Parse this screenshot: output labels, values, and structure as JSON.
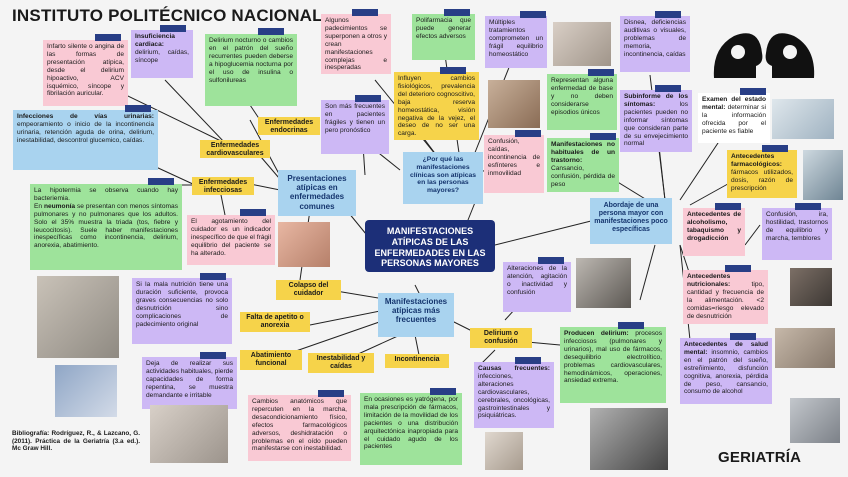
{
  "header": {
    "institution": "INSTITUTO POLITÉCNICO NACIONAL",
    "subject": "GERIATRÍA"
  },
  "center_title": "MANIFESTACIONES ATÍPICAS DE LAS ENFERMEDADES EN LAS PERSONAS MAYORES",
  "hubs": {
    "presentaciones": "Presentaciones atípicas en enfermedades comunes",
    "manifestaciones_frecuentes": "Manifestaciones atípicas más frecuentes",
    "por_que": "¿Por qué las manifestaciones clínicas son atípicas en las personas mayores?",
    "abordaje": "Abordaje de una persona mayor con manifestaciones poco específicas"
  },
  "labels": {
    "endocrinas": "Enfermedades endocrinas",
    "cardiovasculares": "Enfermedades cardiovasculares",
    "infecciosas": "Enfermedades infecciosas",
    "colapso": "Colapso del cuidador",
    "falta_apetito": "Falta de apetito o anorexia",
    "abatimiento": "Abatimiento funcional",
    "inestabilidad": "Inestabilidad y caídas",
    "incontinencia": "Incontinencia",
    "delirium": "Delirium o confusión"
  },
  "notes": {
    "infarto": "Infarto silente o angina de las formas de presentación atípica, desde el delirium hipoactivo, ACV isquémico, síncope y fibrilación auricular.",
    "insuficiencia_title": "Insuficiencia cardiaca:",
    "insuficiencia_body": " delirium, caídas, síncope",
    "delirium_nocturno": "Delirium nocturno o cambios en el patrón del sueño recurrentes pueden deberse a hipoglucemia nocturna por el uso de insulina o sulfonilureas",
    "algunos_padecimientos": "Algunos padecimientos se superponen a otros y crean manifestaciones complejas e inesperadas",
    "polifarmacia": "Polifarmacia que puede generar efectos adversos",
    "multiples": "Múltiples tratamientos comprometen un frágil equilibrio homeostático",
    "disnea": "Disnea, deficiencias auditivas o visuales, problemas de memoria, incontinencia, caídas",
    "influyen": "Influyen cambios fisiológicos, prevalencia del deterioro cognoscitivo, baja reserva homeostática, visión negativa de la vejez, el deseo de no ser una carga.",
    "representan": "Representan alguna enfermedad de base y no deben considerarse episodios únicos",
    "subinforme_title": "Subinforme de los síntomas:",
    "subinforme_body": " los pacientes pueden no informar síntomas que consideran parte de su envejecimiento normal",
    "examen_title": "Examen del estado mental:",
    "examen_body": " determinar si la información ofrecida por el paciente es fiable",
    "infecciones_title": "Infecciones de vías urinarias:",
    "infecciones_body": " empeoramiento o inicio de la incontinencia urinaria, retención aguda de orina, delirium, inestabilidad, descontrol glucemico, caídas.",
    "son_mas": "Son más frecuentes en pacientes frágiles y tienen un pero pronóstico",
    "confusion_caidas": "Confusión, caídas, incontinencia de esfínteres e inmovilidad",
    "no_habituales_title": "Manifestaciones no habituales de un trastorno:",
    "no_habituales_body": " Cansancio, confusión, pérdida de peso",
    "farmacologicos_title": "Antecedentes farmacológicos:",
    "farmacologicos_body": " fármacos utilizados, dosis, razón de prescripción",
    "hipotermia": "La hipotermia se observa cuando hay bacteriemia.",
    "neumonia_pre": "En ",
    "neumonia_bold": "neumonía",
    "neumonia_body": " se presentan con menos síntomas pulmonares y no pulmonares que los adultos. Solo el 35% muestra la triada (tos, fiebre y leucocitosis). Suele haber manifestaciones inespecíficas como incontinencia, delirium, anorexia, abatimiento.",
    "agotamiento": "El agotamiento del cuidador es un indicador inespecífico de que el frágil equilibrio del paciente se ha alterado.",
    "alcoholismo_title": "Antecedentes de alcoholismo, tabaquismo y drogadicción",
    "confusion_ira": "Confusión, ira, hostilidad, trastornos de equilibrio y marcha, temblores",
    "alteraciones_atencion": "Alteraciones de la atención, agitación o inactividad y confusión",
    "nutricionales_title": "Antecedentes nutricionales:",
    "nutricionales_body": " tipo, cantidad y frecuencia de la alimentación. <2 comidas=riesgo elevado de desnutrición",
    "mala_nutricion": "Si la mala nutrición tiene una duración suficiente, provoca graves consecuencias no solo desnutrición sino complicaciones de padecimiento original",
    "producen_title": "Producen delirium:",
    "producen_body": " procesos infecciosos (pulmonares y urinarios), mal uso de fármacos, desequilibrio electrolítico, problemas cardiovasculares, hemodinámicos, operaciones, ansiedad extrema.",
    "salud_mental_title": "Antecedentes de salud mental:",
    "salud_mental_body": " insomnio, cambios en el patrón del sueño, estreñimiento, disfunción cognitiva, anorexia, pérdida de peso, cansancio, consumo de alcohol",
    "dejar_realizar": "Deja de realizar sus actividades habituales, pierde capacidades de forma repentina, se muestra demandante e irritable",
    "causas_frecuentes_title": "Causas frecuentes:",
    "causas_frecuentes_body": " infecciones, alteraciones cardiovasculares, cerebrales, oncológicas, gastrointestinales y psiquiátricas.",
    "cambios_anatomicos": "Cambios anatómicos que repercuten en la marcha, desacondicionamiento físico, efectos farmacológicos adversos, deshidratación o problemas en el oído pueden manifestarse con inestabilidad.",
    "yatrogena": "En ocasiones es yatrógena, por mala prescripción de fármacos, limitación de la movilidad de los pacientes o una distribución arquitectónica inapropiada para el cuidado agudo de los pacientes"
  },
  "bibliography": "Bibliografía: Rodríguez, R., & Lazcano, G. (2011). Práctica de la Geriatría (3.a ed.). Mc Graw Hill.",
  "colors": {
    "tape": "#283e86",
    "center": "#1c2f78",
    "pink": "#f9c9d4",
    "green": "#9ee39b",
    "purple": "#cdb8f5",
    "yellow": "#f6d34a",
    "blue": "#a9d3ef"
  }
}
